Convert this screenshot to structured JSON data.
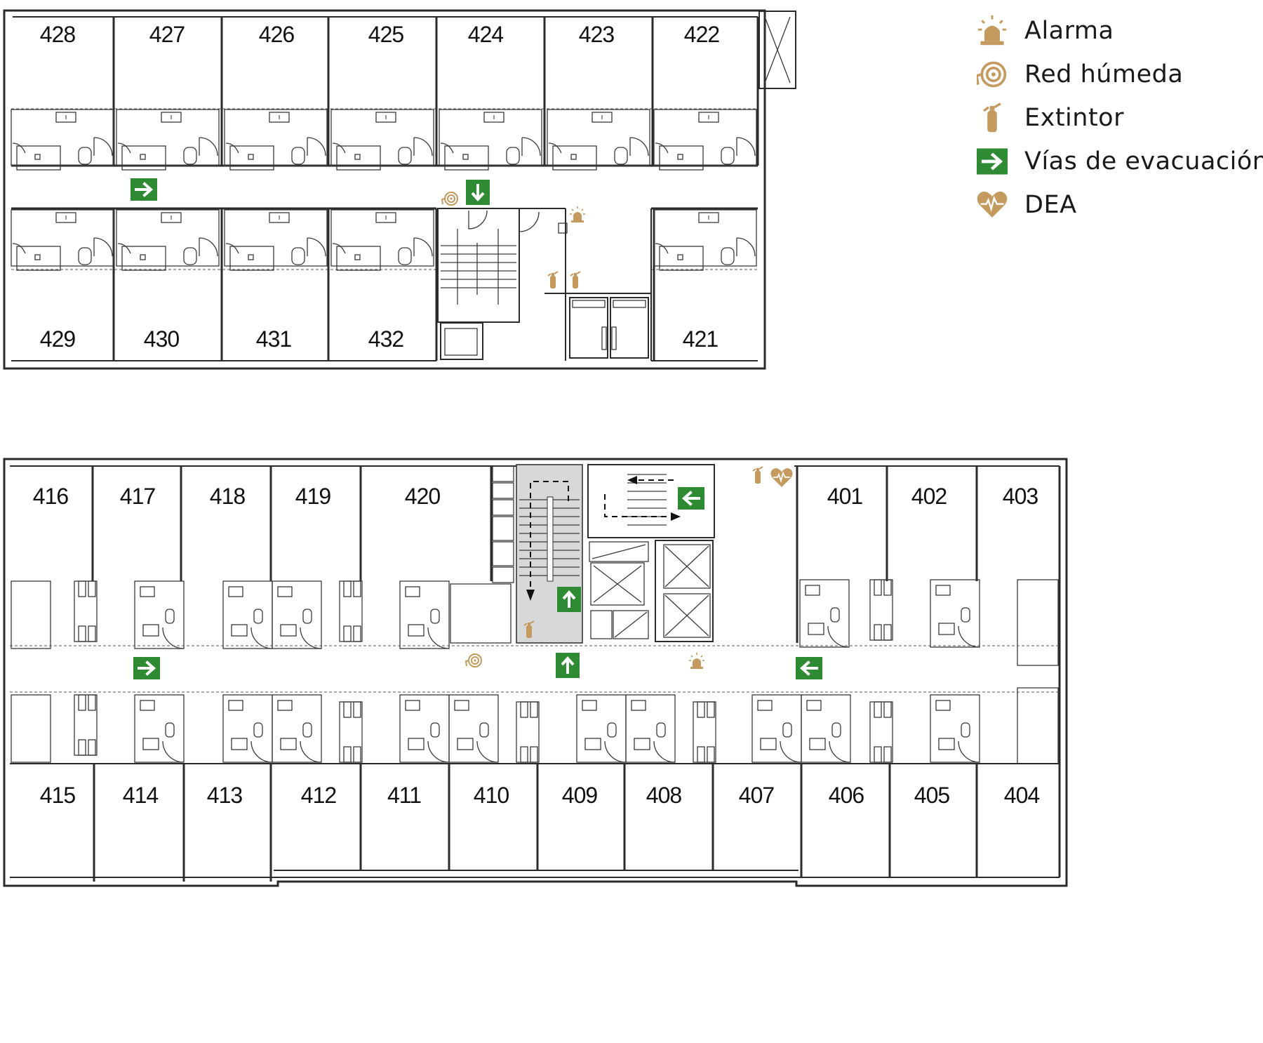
{
  "legend": {
    "items": [
      {
        "icon": "alarm-icon",
        "label": "Alarma"
      },
      {
        "icon": "fire-hose-icon",
        "label": "Red húmeda"
      },
      {
        "icon": "extinguisher-icon",
        "label": "Extintor"
      },
      {
        "icon": "evacuation-arrow-icon",
        "label": "Vías de evacuación"
      },
      {
        "icon": "aed-heart-icon",
        "label": "DEA"
      }
    ]
  },
  "colors": {
    "wall": "#2b2b2b",
    "evacuation_green": "#2e8b34",
    "safety_gold": "#c49a5e",
    "stair_shade": "#d6d8d9"
  },
  "upper_floor": {
    "rooms_top": [
      "428",
      "427",
      "426",
      "425",
      "424",
      "423",
      "422"
    ],
    "rooms_bottom": [
      "429",
      "430",
      "431",
      "432",
      "421"
    ]
  },
  "lower_floor": {
    "rooms_top_left": [
      "416",
      "417",
      "418",
      "419",
      "420"
    ],
    "rooms_top_right": [
      "401",
      "402",
      "403"
    ],
    "rooms_bottom": [
      "415",
      "414",
      "413",
      "412",
      "411",
      "410",
      "409",
      "408",
      "407",
      "406",
      "405",
      "404"
    ]
  }
}
